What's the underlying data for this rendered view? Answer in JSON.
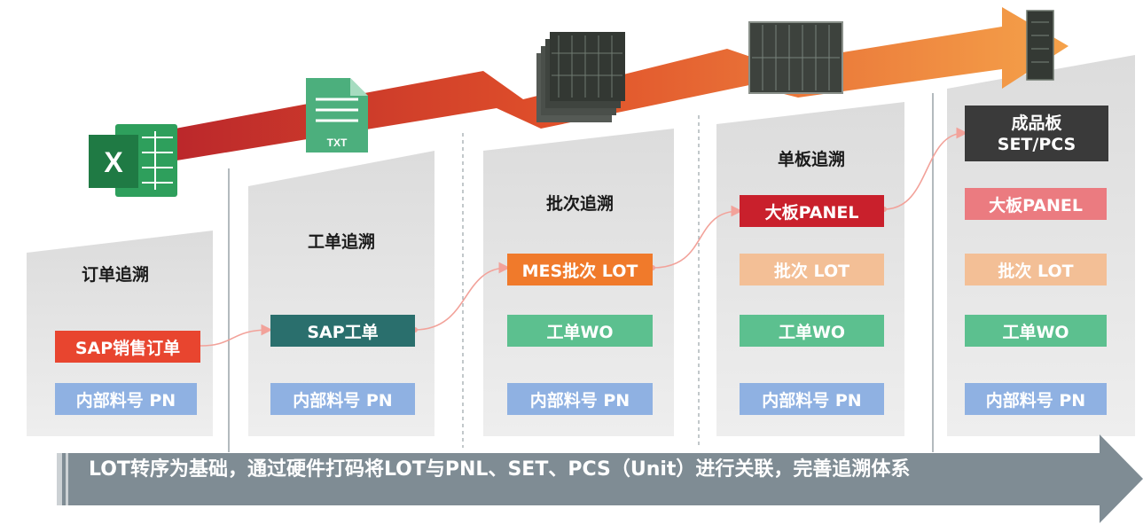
{
  "stages": [
    {
      "title": "订单追溯",
      "boxes": [
        "SAP销售订单",
        "内部料号 PN"
      ]
    },
    {
      "title": "工单追溯",
      "boxes": [
        "SAP工单",
        "内部料号 PN"
      ]
    },
    {
      "title": "批次追溯",
      "boxes": [
        "MES批次 LOT",
        "工单WO",
        "内部料号 PN"
      ]
    },
    {
      "title": "单板追溯",
      "boxes": [
        "大板PANEL",
        "批次 LOT",
        "工单WO",
        "内部料号 PN"
      ]
    },
    {
      "title": "成品板\nSET/PCS",
      "boxes": [
        "大板PANEL",
        "批次 LOT",
        "工单WO",
        "内部料号 PN"
      ]
    }
  ],
  "icons": {
    "excel": "X",
    "txt": "TXT"
  },
  "banner": "LOT转序为基础，通过硬件打码将LOT与PNL、SET、PCS（Unit）进行关联，完善追溯体系",
  "colors": {
    "sap_order": "#e8452f",
    "sap_wo": "#2a6f6d",
    "mes_lot": "#f07a2b",
    "panel": "#c9202c",
    "finished": "#3a3a3a",
    "arrow": "#f08a2e",
    "banner": "#7f8c94"
  }
}
